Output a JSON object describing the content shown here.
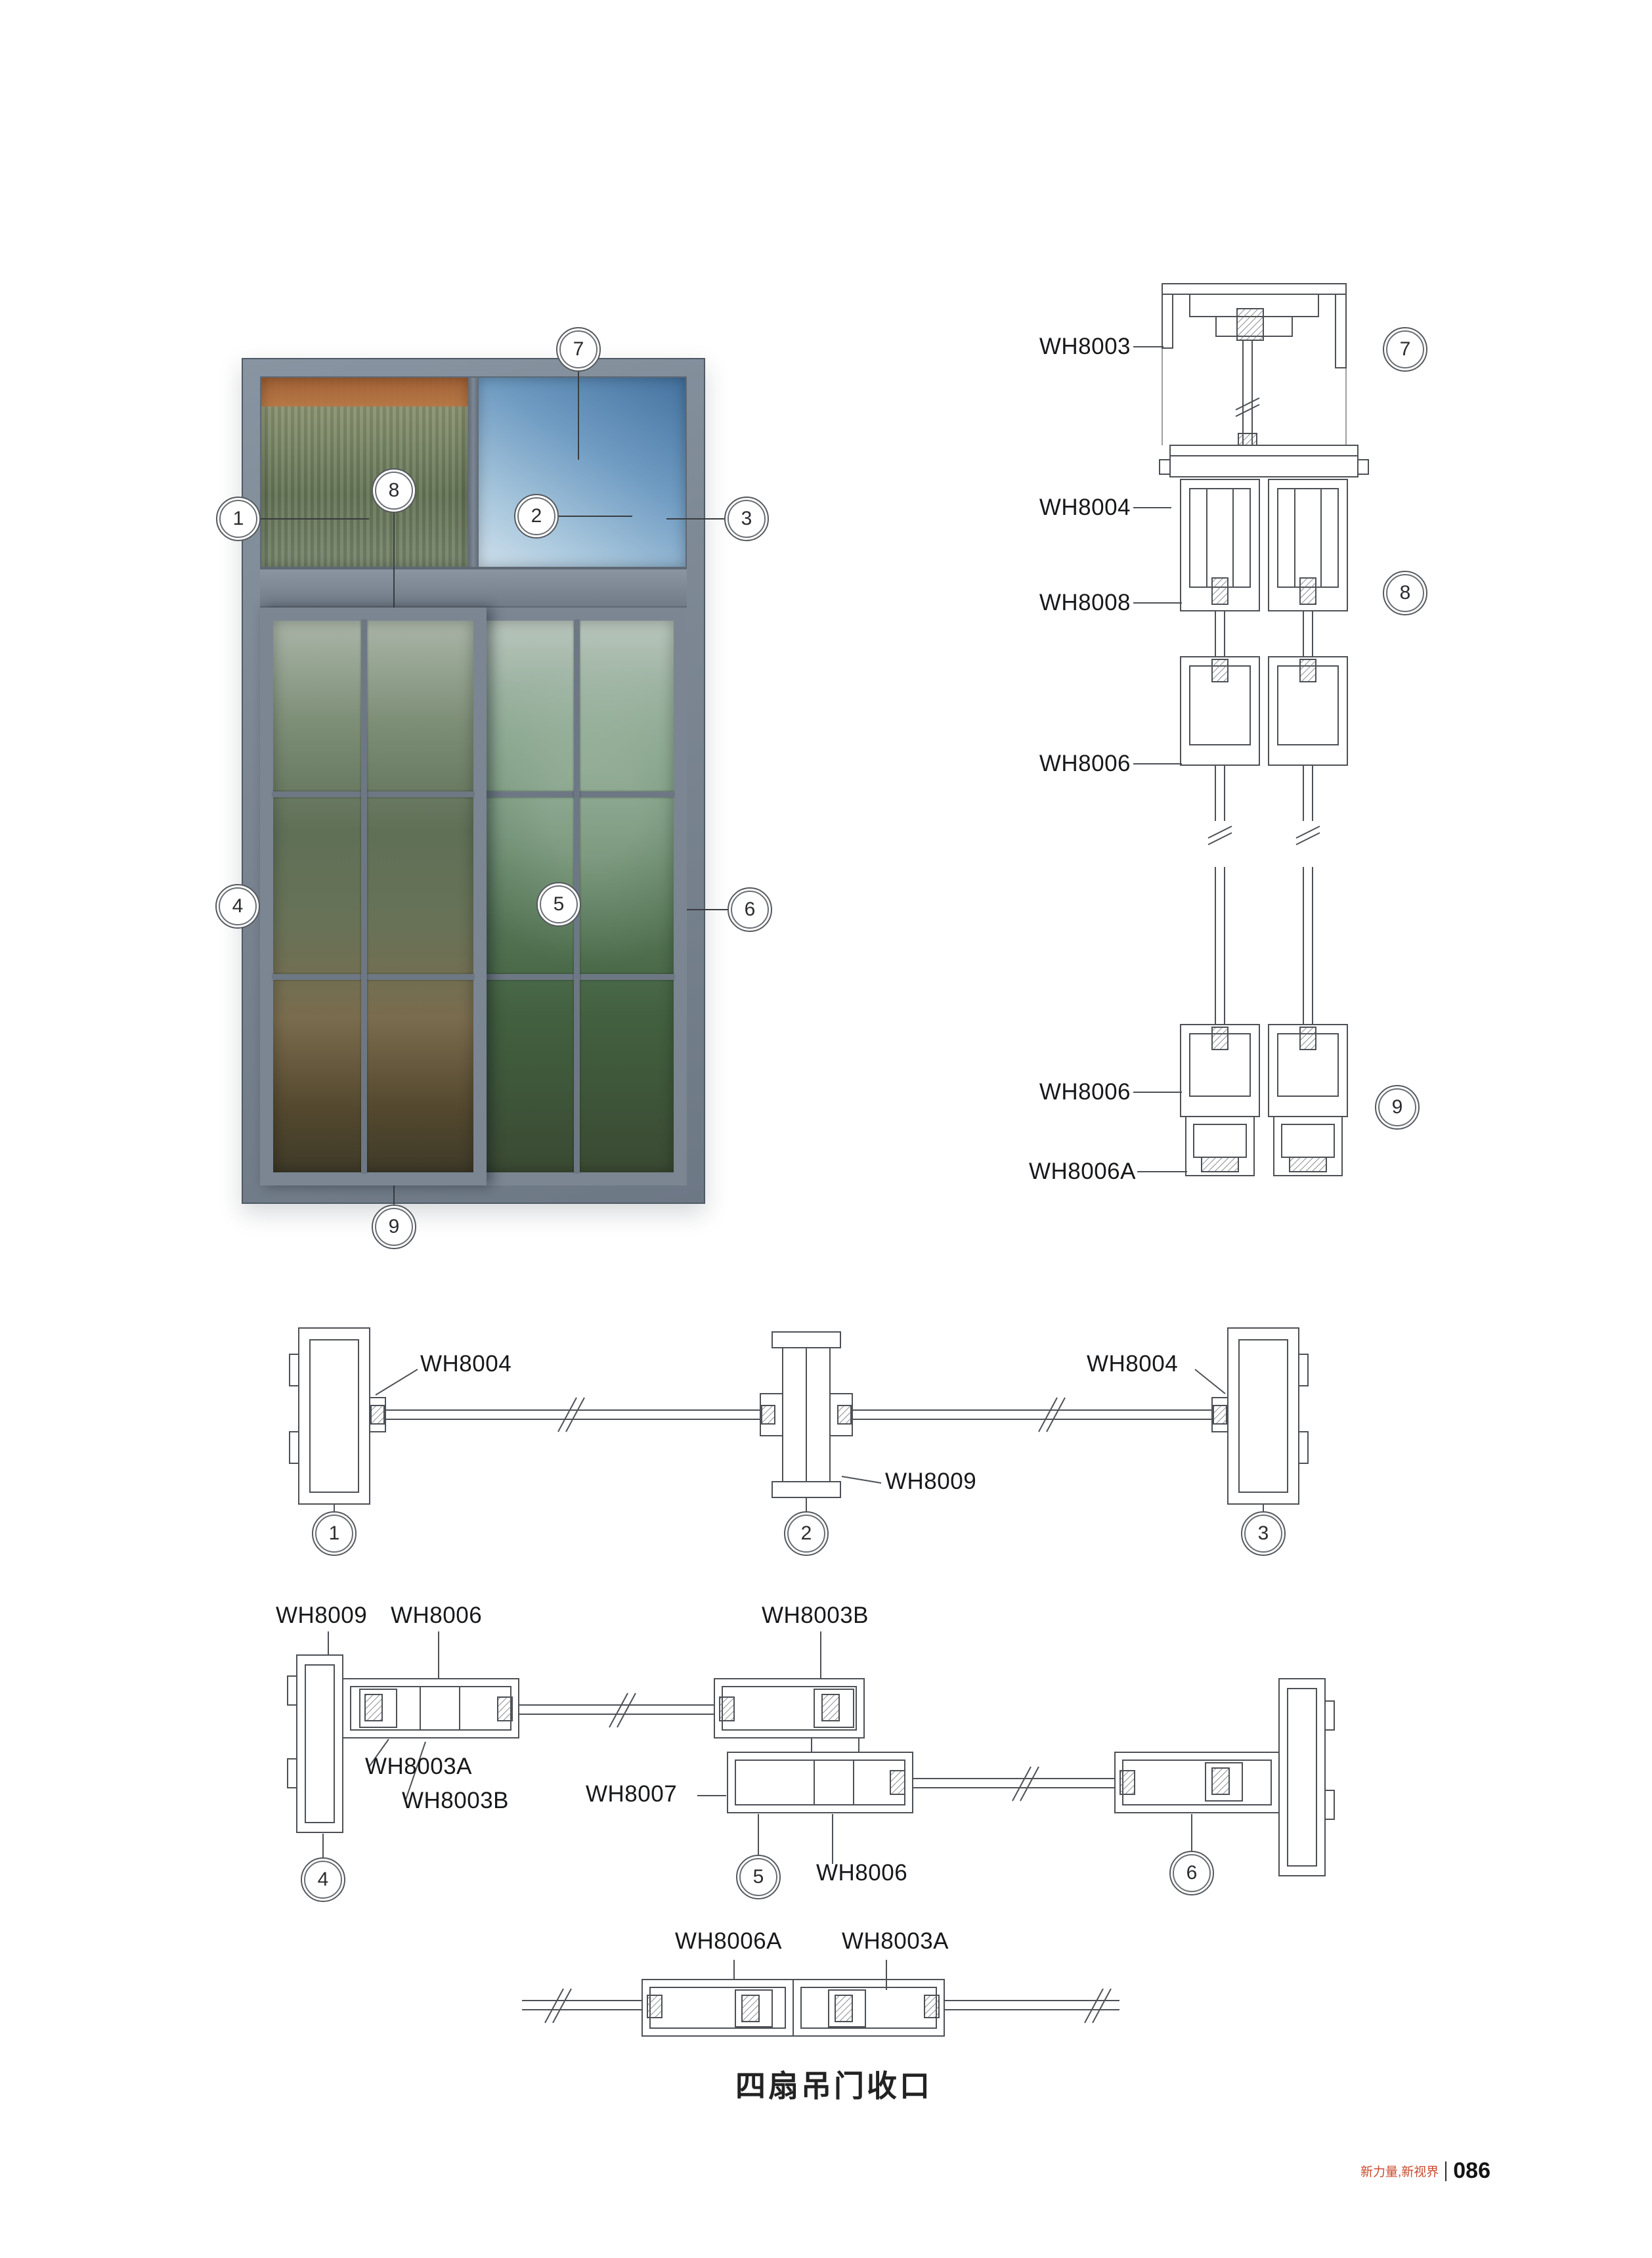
{
  "callouts": {
    "r1": "1",
    "r2": "2",
    "r3": "3",
    "r4": "4",
    "r5": "5",
    "r6": "6",
    "r7": "7",
    "r8": "8",
    "r9": "9",
    "v7": "7",
    "v8": "8",
    "v9": "9",
    "h1": "1",
    "h2": "2",
    "h3": "3",
    "h4": "4",
    "h5": "5",
    "h6": "6"
  },
  "labels": {
    "vs_wh8003": "WH8003",
    "vs_wh8004": "WH8004",
    "vs_wh8008": "WH8008",
    "vs_wh8006_upper": "WH8006",
    "vs_wh8006_lower": "WH8006",
    "vs_wh8006a": "WH8006A",
    "h1_wh8004_left": "WH8004",
    "h1_wh8009": "WH8009",
    "h1_wh8004_right": "WH8004",
    "h2_wh8009": "WH8009",
    "h2_wh8006_top": "WH8006",
    "h2_wh8003b_top": "WH8003B",
    "h2_wh8003a": "WH8003A",
    "h2_wh8003b": "WH8003B",
    "h2_wh8007": "WH8007",
    "h2_wh8006_bottom": "WH8006",
    "b_wh8006a": "WH8006A",
    "b_wh8003a": "WH8003A"
  },
  "caption": "四扇吊门收口",
  "footer": {
    "brand": "新力量,新视界",
    "page_number": "086"
  }
}
